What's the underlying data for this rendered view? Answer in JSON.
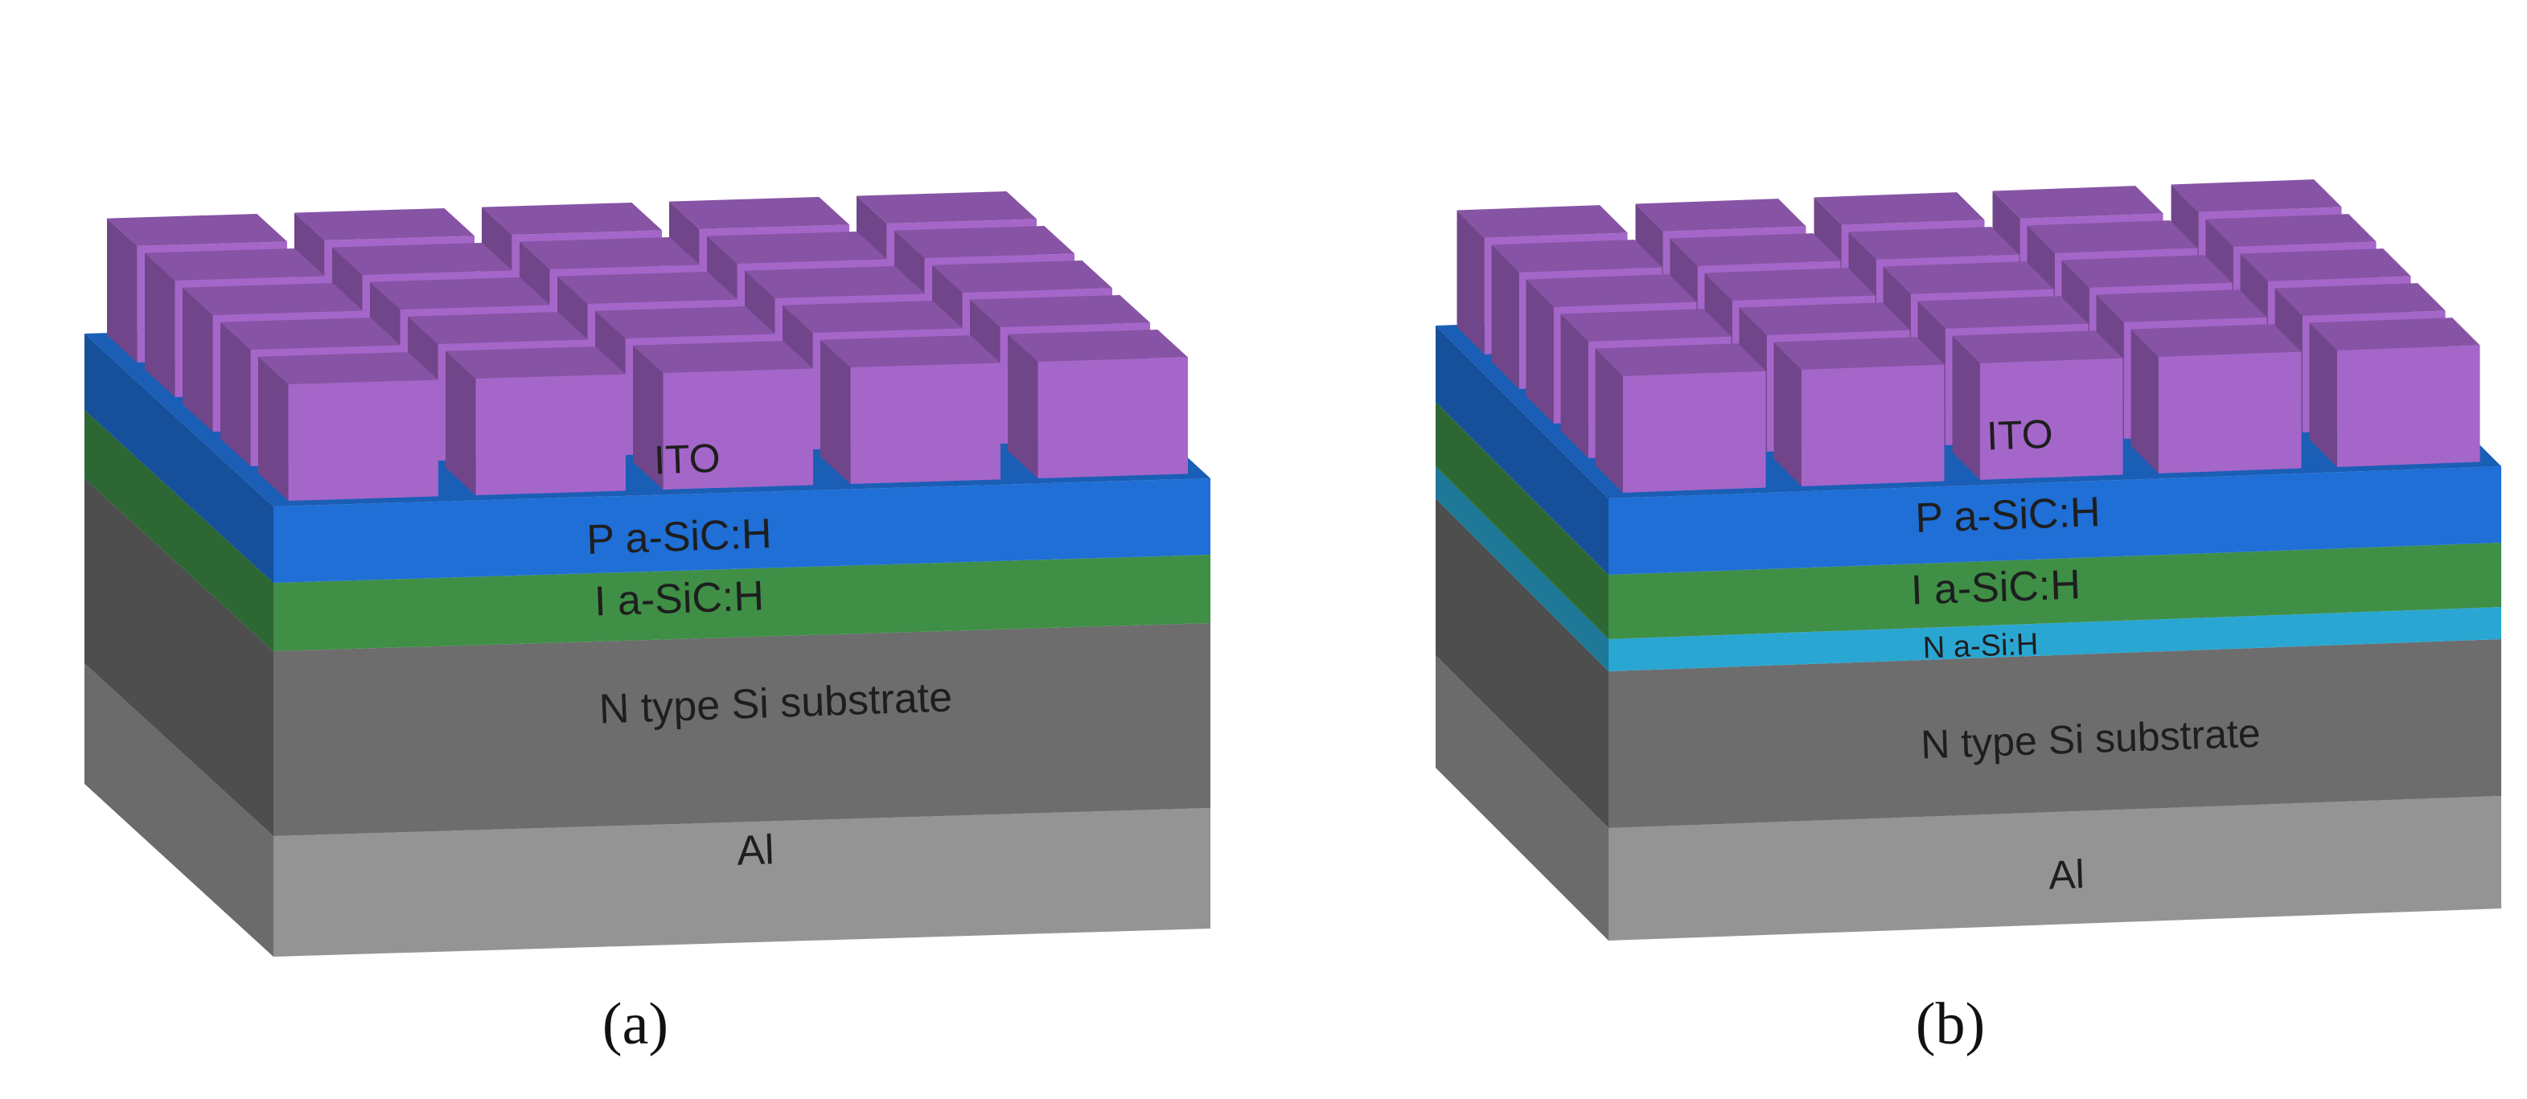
{
  "panels": [
    {
      "caption": "(a)",
      "layers": [
        {
          "label": "ITO",
          "color": "#a566c9"
        },
        {
          "label": "P a-SiC:H",
          "color": "#1f6fd6"
        },
        {
          "label": "I a-SiC:H",
          "color": "#3f8f47"
        },
        {
          "label": "N type Si substrate",
          "color": "#6d6d6d"
        },
        {
          "label": "Al",
          "color": "#949494"
        }
      ]
    },
    {
      "caption": "(b)",
      "layers": [
        {
          "label": "ITO",
          "color": "#a566c9"
        },
        {
          "label": "P a-SiC:H",
          "color": "#1f6fd6"
        },
        {
          "label": "I a-SiC:H",
          "color": "#3f8f47"
        },
        {
          "label": "N a-Si:H",
          "color": "#2aa6d2"
        },
        {
          "label": "N type Si substrate",
          "color": "#6d6d6d"
        },
        {
          "label": "Al",
          "color": "#949494"
        }
      ]
    }
  ]
}
